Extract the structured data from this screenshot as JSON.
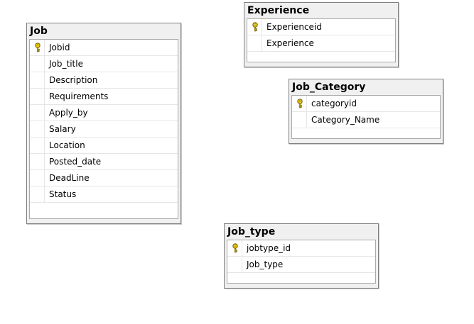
{
  "tables": [
    {
      "id": "job",
      "title": "Job",
      "columns": [
        {
          "name": "Jobid",
          "primary_key": true
        },
        {
          "name": "Job_title",
          "primary_key": false
        },
        {
          "name": "Description",
          "primary_key": false
        },
        {
          "name": "Requirements",
          "primary_key": false
        },
        {
          "name": "Apply_by",
          "primary_key": false
        },
        {
          "name": "Salary",
          "primary_key": false
        },
        {
          "name": "Location",
          "primary_key": false
        },
        {
          "name": "Posted_date",
          "primary_key": false
        },
        {
          "name": "DeadLine",
          "primary_key": false
        },
        {
          "name": "Status",
          "primary_key": false
        }
      ]
    },
    {
      "id": "experience",
      "title": "Experience",
      "columns": [
        {
          "name": "Experienceid",
          "primary_key": true
        },
        {
          "name": "Experience",
          "primary_key": false
        }
      ]
    },
    {
      "id": "job-category",
      "title": "Job_Category",
      "columns": [
        {
          "name": "categoryid",
          "primary_key": true
        },
        {
          "name": "Category_Name",
          "primary_key": false
        }
      ]
    },
    {
      "id": "job-type",
      "title": "Job_type",
      "columns": [
        {
          "name": "jobtype_id",
          "primary_key": true
        },
        {
          "name": "Job_type",
          "primary_key": false
        }
      ]
    }
  ],
  "colors": {
    "table_border": "#7f7f7f",
    "table_background": "#f0f0f0",
    "grid_background": "#ffffff",
    "key_icon": "#f2d100"
  },
  "icons": {
    "primary_key": "key-icon"
  }
}
